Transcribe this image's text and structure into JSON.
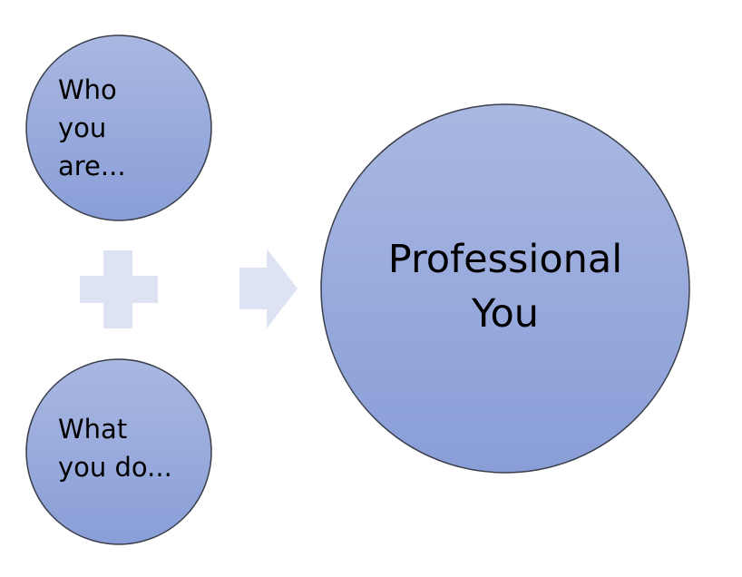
{
  "diagram": {
    "circle_top": {
      "lines": [
        "Who",
        "you",
        "are..."
      ]
    },
    "circle_bottom": {
      "lines": [
        "What",
        "you do..."
      ]
    },
    "circle_result": {
      "lines": [
        "Professional",
        "You"
      ]
    },
    "colors": {
      "circle_fill_top": "#a8b7e0",
      "circle_fill_bottom": "#8a9fd7",
      "circle_stroke": "#3a3f4a",
      "operator_fill": "#dde3f3"
    }
  }
}
